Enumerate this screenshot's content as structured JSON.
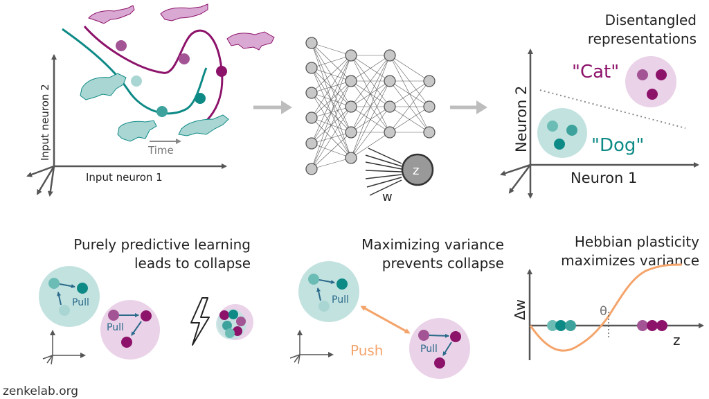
{
  "top_left": {
    "xlabel": "Input neuron 1",
    "ylabel": "Input neuron 2",
    "time_label": "Time"
  },
  "network": {
    "output_label": "z",
    "weight_label": "w"
  },
  "top_right": {
    "title_line1": "Disentangled",
    "title_line2": "representations",
    "xlabel": "Neuron 1",
    "ylabel": "Neuron 2",
    "cat_label": "\"Cat\"",
    "dog_label": "\"Dog\""
  },
  "panel_predictive": {
    "title_line1": "Purely predictive learning",
    "title_line2": "leads to collapse",
    "pull_label": "Pull"
  },
  "panel_variance": {
    "title_line1": "Maximizing variance",
    "title_line2": "prevents collapse",
    "pull_label": "Pull",
    "push_label": "Push"
  },
  "panel_hebbian": {
    "title_line1": "Hebbian plasticity",
    "title_line2": "maximizes variance",
    "ylabel": "Δw",
    "xlabel": "z",
    "threshold_label": "θ"
  },
  "footer": {
    "credit": "zenkelab.org"
  },
  "colors": {
    "teal_dark": "#0e8a86",
    "teal_light": "#6cbcb6",
    "teal_bg": "#c2e2e0",
    "purple_dark": "#8c126a",
    "purple_mid": "#a35495",
    "purple_light": "#d9b3d4",
    "purple_bg": "#ead2e8",
    "orange": "#f4a46b",
    "gray": "#bdbdbd",
    "axis": "#555555"
  }
}
